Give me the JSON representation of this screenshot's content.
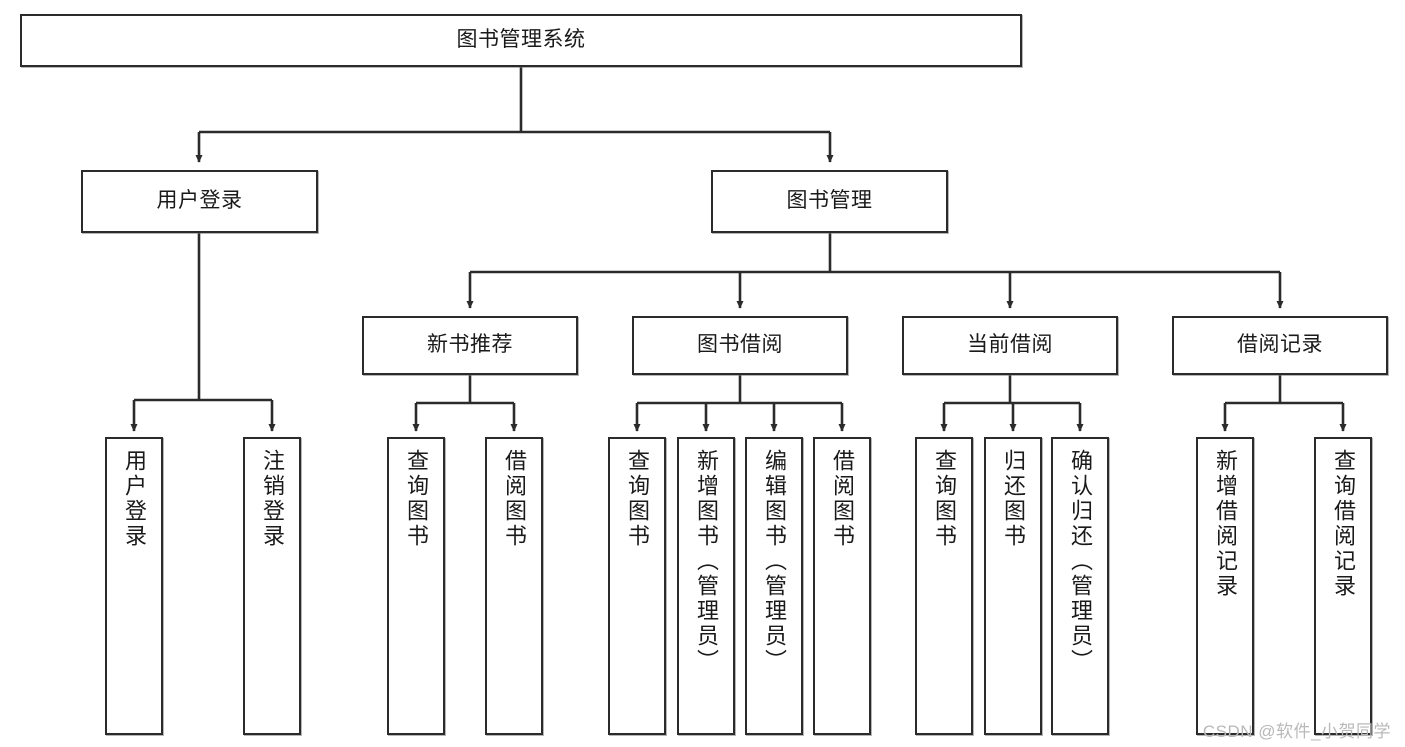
{
  "diagram": {
    "title": "图书管理系统",
    "watermark": "CSDN @软件_小贺同学",
    "type": "tree-hierarchy-diagram",
    "colors": {
      "box_border": "#2b2b2b",
      "box_fill": "#ffffff",
      "connector": "#2b2b2b",
      "text": "#1a1a1a",
      "watermark": "#b9b9b9"
    },
    "nodes": {
      "root": {
        "label": "图书管理系统"
      },
      "level2": [
        {
          "id": "user-login",
          "label": "用户登录"
        },
        {
          "id": "book-manage",
          "label": "图书管理"
        }
      ],
      "level3": [
        {
          "id": "new-book-recommend",
          "label": "新书推荐"
        },
        {
          "id": "book-borrow",
          "label": "图书借阅"
        },
        {
          "id": "current-borrow",
          "label": "当前借阅"
        },
        {
          "id": "borrow-record",
          "label": "借阅记录"
        }
      ],
      "leaves": {
        "user_login": [
          {
            "id": "leaf-user-login",
            "label": "用户登录"
          },
          {
            "id": "leaf-logout-login",
            "label": "注销登录"
          }
        ],
        "new_book_recommend": [
          {
            "id": "leaf-query-book-1",
            "label": "查询图书"
          },
          {
            "id": "leaf-borrow-book-1",
            "label": "借阅图书"
          }
        ],
        "book_borrow": [
          {
            "id": "leaf-query-book-2",
            "label": "查询图书"
          },
          {
            "id": "leaf-add-book",
            "label": "新增图书（管理员）"
          },
          {
            "id": "leaf-edit-book",
            "label": "编辑图书（管理员）"
          },
          {
            "id": "leaf-borrow-book-2",
            "label": "借阅图书"
          }
        ],
        "current_borrow": [
          {
            "id": "leaf-query-book-3",
            "label": "查询图书"
          },
          {
            "id": "leaf-return-book",
            "label": "归还图书"
          },
          {
            "id": "leaf-confirm-return",
            "label": "确认归还（管理员）"
          }
        ],
        "borrow_record": [
          {
            "id": "leaf-add-record",
            "label": "新增借阅记录"
          },
          {
            "id": "leaf-query-record",
            "label": "查询借阅记录"
          }
        ]
      }
    }
  }
}
